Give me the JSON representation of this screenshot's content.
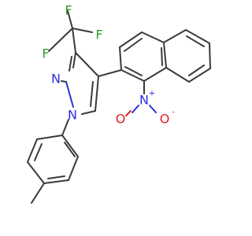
{
  "molecule": {
    "atoms": {
      "F1": "F",
      "F2": "F",
      "F3": "F",
      "N_pyrazole_2": "N",
      "N_pyrazole_1": "N",
      "N_nitro": "N",
      "N_nitro_charge": "+",
      "O_nitro_left": "O",
      "O_nitro_right": "O",
      "O_nitro_charge": "-"
    },
    "colors": {
      "bond": "#3a3a3a",
      "nitrogen": "#2d2de0",
      "oxygen": "#e02020",
      "fluorine": "#2aa02a"
    }
  }
}
